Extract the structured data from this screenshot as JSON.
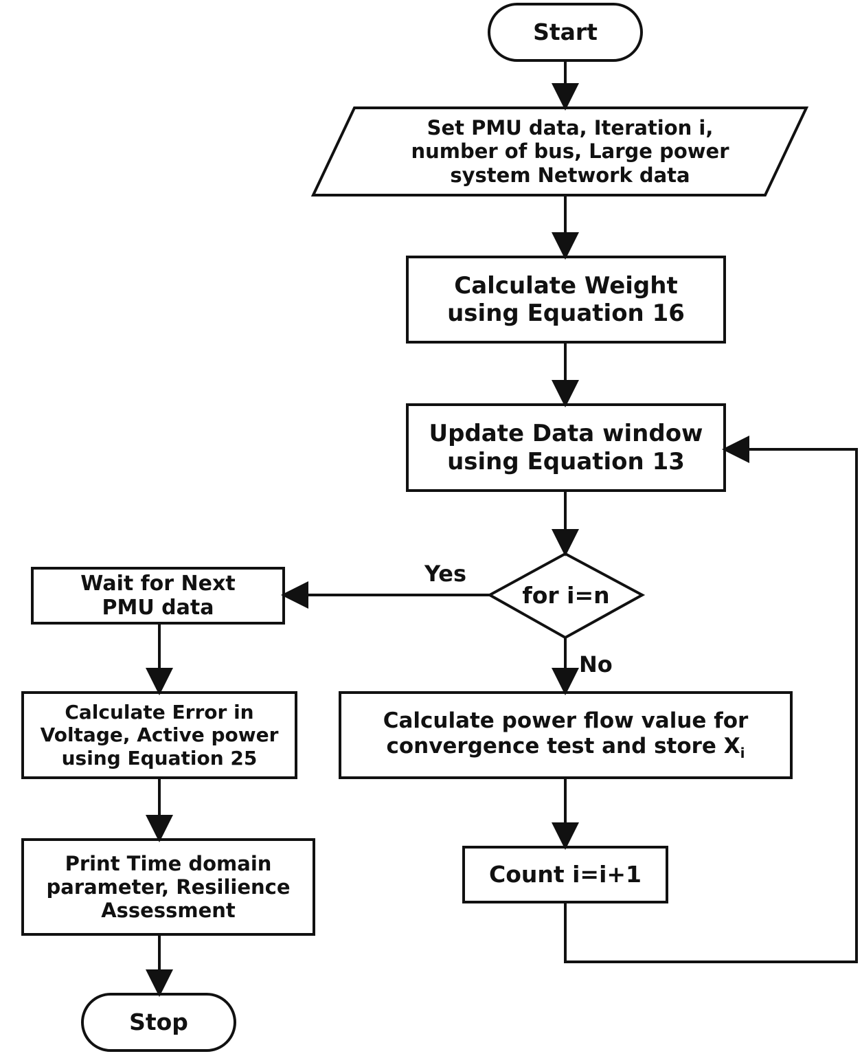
{
  "nodes": {
    "start": "Start",
    "set_data": "Set PMU data, Iteration i,\nnumber of bus, Large power\nsystem Network data",
    "calc_weight": "Calculate Weight\nusing Equation 16",
    "update_window": "Update Data window\nusing Equation 13",
    "decision": "for i=n",
    "wait": "Wait for Next\nPMU data",
    "calc_error": "Calculate Error in\nVoltage, Active power\nusing Equation 25",
    "print_params": "Print Time domain\nparameter, Resilience\nAssessment",
    "stop": "Stop",
    "calc_power_main": "Calculate power flow value for\nconvergence test and store X",
    "calc_power_sub": "i",
    "count": "Count i=i+1"
  },
  "edge_labels": {
    "yes": "Yes",
    "no": "No"
  }
}
